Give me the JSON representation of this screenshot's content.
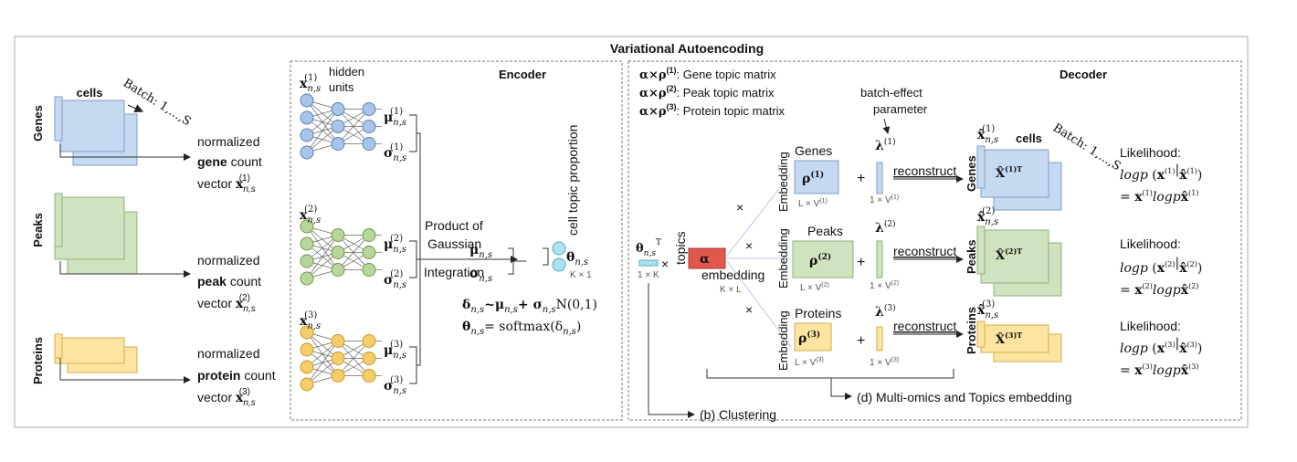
{
  "title": "Variational Autoencoding",
  "encoder": {
    "heading": "Encoder",
    "hidden_units": [
      "hidden",
      "units"
    ],
    "x": [
      "x",
      "n,s",
      "(1)",
      "(2)",
      "(3)"
    ],
    "mu": "μ",
    "sigma": "σ",
    "product": [
      "Product of",
      "Gaussian",
      "Integration"
    ],
    "mu_ns": "μ",
    "sigma_ns": "σ",
    "sub_ns": "n,s",
    "theta": "θ",
    "kx1": "K × 1",
    "cell_topic": "cell topic proportion",
    "eq1_lhs": "δ",
    "eq1_rhs": "~μ",
    "eq1_plus": "+ σ",
    "eq1_n": "N(0,1)",
    "eq2_lhs": "θ",
    "eq2_rhs": "= softmax(δ",
    "eq2_close": ")"
  },
  "inputs": {
    "modalities": [
      "Genes",
      "Peaks",
      "Proteins"
    ],
    "cells": "cells",
    "batch": "Batch: 1,...,S",
    "normalized": "normalized",
    "types": [
      "gene",
      "peak",
      "protein"
    ],
    "count": "count",
    "vector": "vector"
  },
  "decoder": {
    "heading": "Decoder",
    "legend": [
      {
        "k": "α×ρ",
        "sup": "(1)",
        "v": ": Gene topic matrix"
      },
      {
        "k": "α×ρ",
        "sup": "(2)",
        "v": ": Peak topic matrix"
      },
      {
        "k": "α×ρ",
        "sup": "(3)",
        "v": ": Protein topic matrix"
      }
    ],
    "batch_effect": [
      "batch-effect",
      "parameter"
    ],
    "theta_t": "θ",
    "theta_sup": "T",
    "one_k": "1 × K",
    "topics": "topics",
    "alpha": "α",
    "embedding": "embedding",
    "kxl": "K × L",
    "times": "×",
    "plus": "+",
    "embedding_v": "Embedding",
    "modalities": [
      "Genes",
      "Peaks",
      "Proteins"
    ],
    "rho": "ρ",
    "rho_dims": [
      "L × V",
      "L × V",
      "L × V"
    ],
    "lambda": "λ",
    "lambda_dims": "1 × V",
    "reconstruct": "reconstruct",
    "xhat": "x̂",
    "Xhat": "X̂",
    "cells": "cells",
    "batch": "Batch: 1,...,S",
    "likelihood": "Likelihood:",
    "logp": "logp",
    "clustering": "(b) Clustering",
    "multi_omics": "(d) Multi-omics and Topics embedding"
  },
  "colors": {
    "blue": "#c5d9f0",
    "blue_dark": "#7f9fc5",
    "green": "#cfe3bf",
    "green_dark": "#8fb07a",
    "yellow": "#fde4a0",
    "yellow_dark": "#d2ae50",
    "node_blue": "#a9c4ea",
    "node_green": "#b8d69a",
    "node_yellow": "#f7cc6a",
    "alpha_red": "#e0574c",
    "theta_cyan": "#a9e3f2"
  }
}
